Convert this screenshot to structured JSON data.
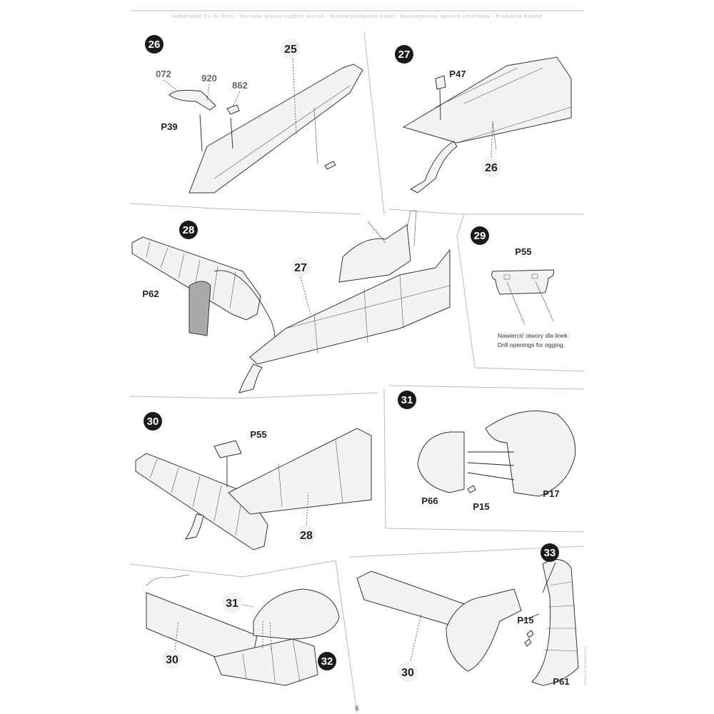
{
  "header": {
    "title": "Halberstadt CL.IV (Rol) - Two-seat ground support aircraft - Roland production batch - Dwumiejscowy samolot szturmowy - Produkcja Roland"
  },
  "steps": [
    {
      "number": "26",
      "refs": [
        "25"
      ],
      "parts": [
        "072",
        "920",
        "862",
        "P39"
      ]
    },
    {
      "number": "27",
      "refs": [
        "26"
      ],
      "parts": [
        "P47"
      ]
    },
    {
      "number": "28",
      "refs": [
        "27"
      ],
      "parts": [
        "P62"
      ]
    },
    {
      "number": "29",
      "refs": [],
      "parts": [
        "P55"
      ],
      "note_pl": "Nawiercić otwory dla linek.",
      "note_en": "Drill openings for rigging."
    },
    {
      "number": "30",
      "refs": [
        "28"
      ],
      "parts": [
        "P55"
      ]
    },
    {
      "number": "31",
      "refs": [],
      "parts": [
        "P66",
        "P15",
        "P17"
      ]
    },
    {
      "number": "32",
      "refs": [
        "31",
        "30"
      ],
      "parts": []
    },
    {
      "number": "33",
      "refs": [
        "30"
      ],
      "parts": [
        "P15",
        "P61"
      ]
    }
  ],
  "footer": {
    "page": "6",
    "credit": "DESIGN PIOTR MROZOWSKI"
  }
}
